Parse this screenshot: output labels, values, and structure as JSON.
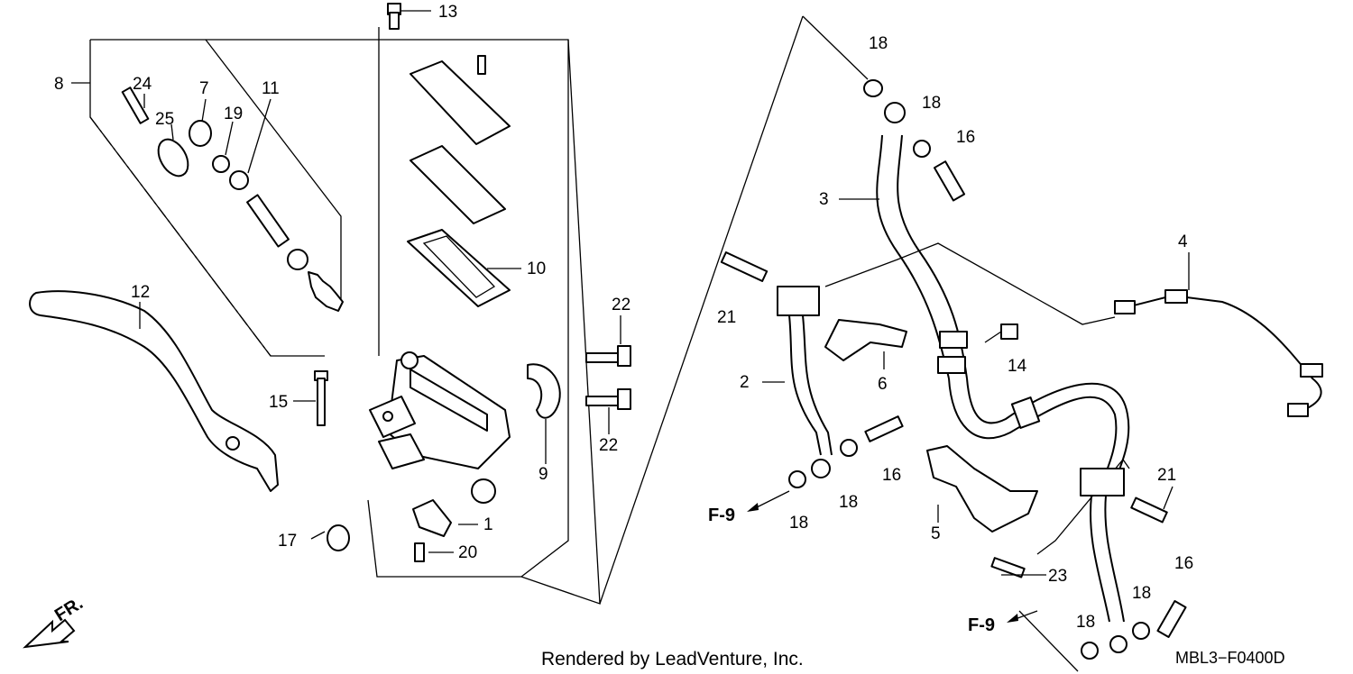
{
  "diagram": {
    "labels": {
      "l1": "1",
      "l2": "2",
      "l3": "3",
      "l4": "4",
      "l5": "5",
      "l6": "6",
      "l7": "7",
      "l8": "8",
      "l9": "9",
      "l10": "10",
      "l11": "11",
      "l12": "12",
      "l13": "13",
      "l14": "14",
      "l15": "15",
      "l16a": "16",
      "l16b": "16",
      "l16c": "16",
      "l17": "17",
      "l18a": "18",
      "l18b": "18",
      "l18c": "18",
      "l18d": "18",
      "l18e": "18",
      "l18f": "18",
      "l19": "19",
      "l20": "20",
      "l21a": "21",
      "l21b": "21",
      "l22a": "22",
      "l22b": "22",
      "l23": "23",
      "l24": "24",
      "l25": "25"
    },
    "refs": {
      "f9a": "F-9",
      "f9b": "F-9"
    },
    "direction": "FR."
  },
  "footer": {
    "credit": "Rendered by LeadVenture, Inc.",
    "code": "MBL3−F0400D"
  }
}
